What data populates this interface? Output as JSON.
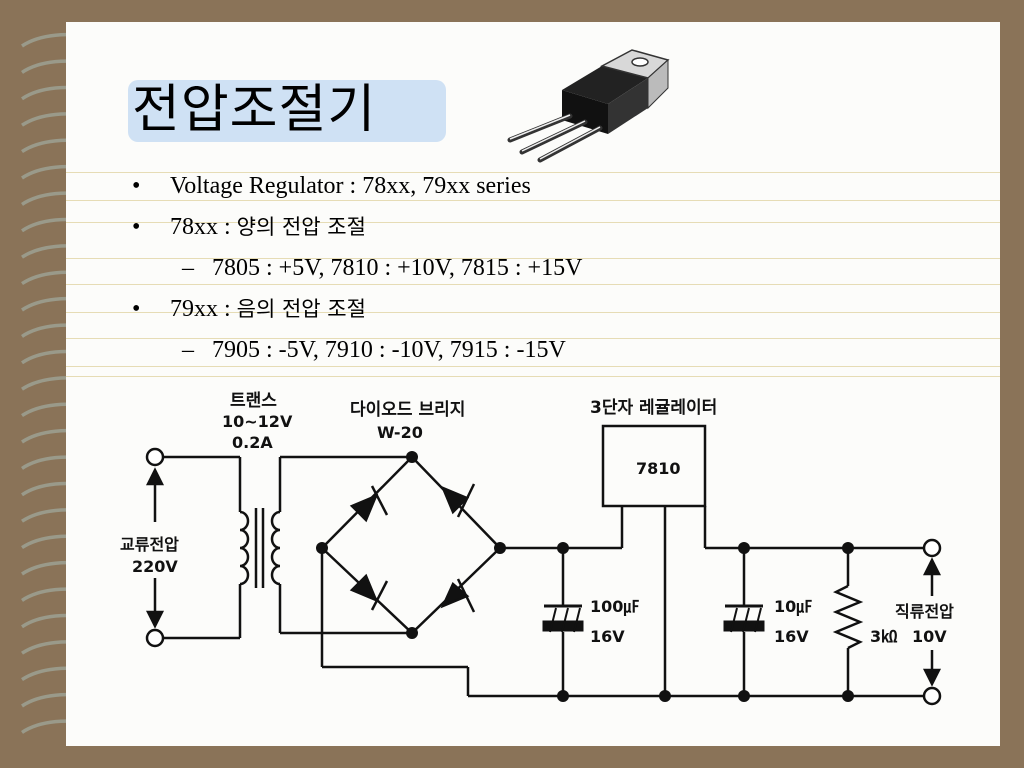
{
  "title": "전압조절기",
  "bullets": [
    {
      "mark": "•",
      "text": "Voltage Regulator : 78xx, 79xx series"
    },
    {
      "mark": "•",
      "prefix": "78xx : ",
      "ko": "양의 전압 조절"
    },
    {
      "mark": "–",
      "text": "7805 : +5V, 7810 : +10V, 7815 : +15V"
    },
    {
      "mark": "•",
      "prefix": "79xx : ",
      "ko": "음의 전압 조절"
    },
    {
      "mark": "–",
      "text": "7905 : -5V, 7910 : -10V, 7915 : -15V"
    }
  ],
  "circuit": {
    "transformer_label": "트랜스",
    "transformer_voltage": "10~12V",
    "transformer_current": "0.2A",
    "bridge_label": "다이오드 브리지",
    "bridge_model": "W-20",
    "regulator_prefix": "3",
    "regulator_label": "단자 레귤레이터",
    "regulator_model": "7810",
    "ac_label": "교류전압",
    "ac_voltage": "220V",
    "cap1_value": "100㎌",
    "cap1_voltage": "16V",
    "cap2_value": "10㎌",
    "cap2_voltage": "16V",
    "resistor_value": "3㏀",
    "dc_label": "직류전압",
    "dc_voltage": "10V"
  }
}
